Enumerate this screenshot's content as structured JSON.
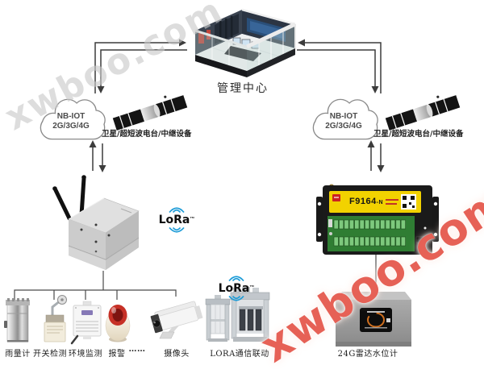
{
  "watermark": {
    "text": "xwboo.com",
    "gray_color": "#c9c9c9",
    "red_color": "#df3426"
  },
  "management_center": {
    "label": "管理中心"
  },
  "network_cloud": {
    "line1": "NB-IOT",
    "line2": "2G/3G/4G"
  },
  "satellite_link": {
    "label": "卫星/超短波电台/中继设备"
  },
  "lora": {
    "brand": "LoRa",
    "tm": "™",
    "blue": "#1e9cd7"
  },
  "rtu": {
    "model": "F9164",
    "suffix": "-N",
    "panel_yellow": "#f2d200",
    "terminal_green": "#3f9b40"
  },
  "device_labels": {
    "rain_gauge": "雨量计",
    "switch_detect": "开关检测",
    "env_monitor": "环境监测",
    "alarm": "报警",
    "ellipsis": "……",
    "camera": "摄像头",
    "lora_linkage": "LORA通信联动",
    "radar_level": "24G雷达水位计"
  }
}
